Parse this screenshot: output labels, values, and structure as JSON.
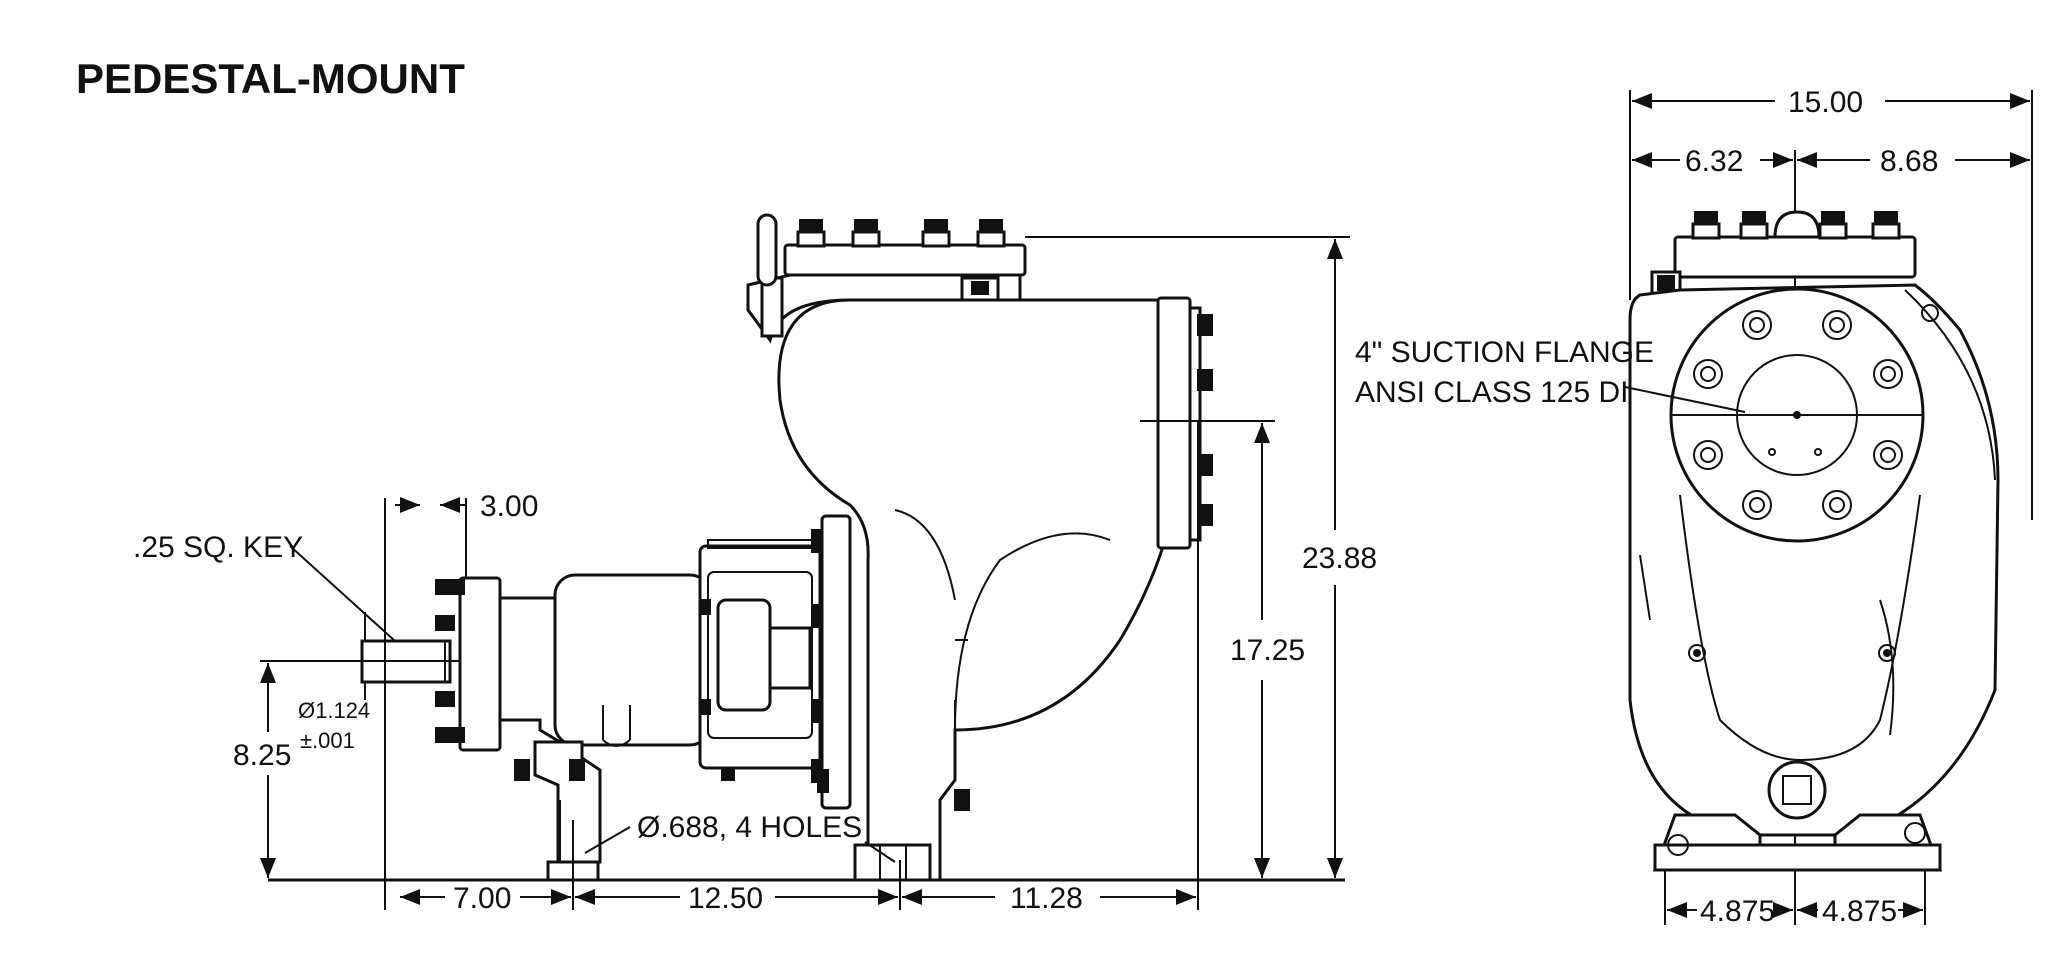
{
  "title": "PEDESTAL-MOUNT",
  "side_view": {
    "dims": {
      "shaft_length": "3.00",
      "key": ".25 SQ. KEY",
      "shaft_dia": "Ø1.124",
      "shaft_tol": "±.001",
      "shaft_height": "8.25",
      "holes": "Ø.688, 4 HOLES",
      "d_700": "7.00",
      "d_1250": "12.50",
      "d_1128": "11.28",
      "d_1725": "17.25",
      "d_2388": "23.88"
    }
  },
  "front_view": {
    "dims": {
      "overall_width": "15.00",
      "left_width": "6.32",
      "right_width": "8.68",
      "foot_left": "4.875",
      "foot_right": "4.875"
    },
    "suction_note_line1": "4\" SUCTION FLANGE",
    "suction_note_line2": "ANSI CLASS 125 DI"
  }
}
